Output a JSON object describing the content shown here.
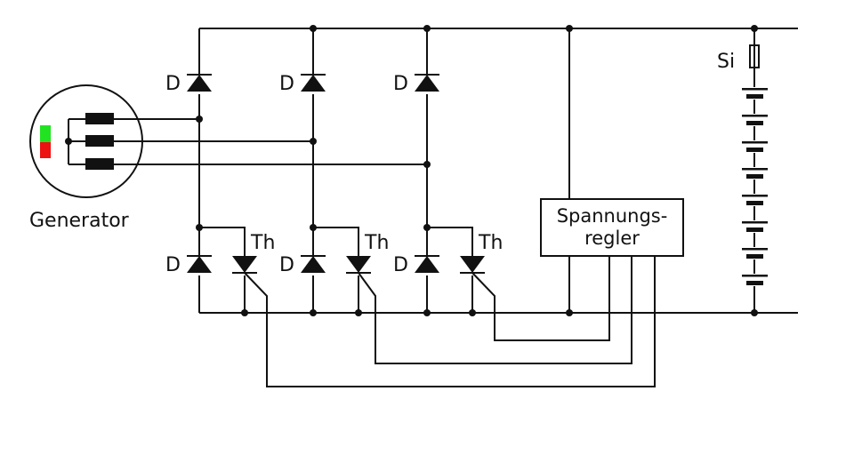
{
  "diagram": {
    "title": "",
    "type": "circuit-schematic",
    "generator": {
      "label": "Generator",
      "indicator_colors": {
        "top": "#22e322",
        "bottom": "#ee1111"
      },
      "windings": 3
    },
    "diodes": {
      "label": "D",
      "upper_count": 3,
      "lower_count": 3
    },
    "thyristors": {
      "label": "Th",
      "count": 3
    },
    "regulator": {
      "line1": "Spannungs-",
      "line2": "regler"
    },
    "fuse": {
      "label": "Si"
    },
    "battery": {
      "cells": 8
    },
    "colors": {
      "wire": "#111111",
      "background": "#ffffff"
    }
  }
}
